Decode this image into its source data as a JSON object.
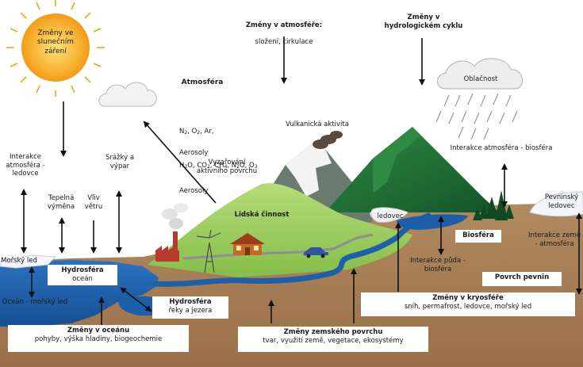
{
  "sun": {
    "label": "Změny ve\nslunečním\nzáření",
    "color": "#F7A21B"
  },
  "top": {
    "atmosphere_changes": {
      "title": "Změny v atmosféře:",
      "sub": "složení, cirkulace"
    },
    "hydro_cycle_changes": {
      "title": "Změny v\nhydrologickém cyklu"
    }
  },
  "atmosphere": {
    "title": "Atmosféra",
    "composition": [
      {
        "parts": [
          "N",
          "2",
          ", O",
          "2",
          ", Ar,"
        ]
      },
      {
        "parts": [
          "H",
          "2",
          "O, CO",
          "2",
          ", CH",
          "4",
          ", N",
          "2",
          "O, O",
          "3"
        ]
      }
    ],
    "aerosols": "Aerosoly"
  },
  "labels": {
    "aerosols2": "Aerosoly",
    "radiation": "Vyzařování\naktivního povrchu",
    "volcanic": "Vulkanická aktivita",
    "cloud": "Oblačnost",
    "atm_bio": "Interakce atmosféra - biosféra",
    "atm_ice": "Interakce\natmosféra -\nledovce",
    "precip": "Srážky a\nvýpar",
    "heat": "Tepelná\nvýměna",
    "wind": "Vliv\nvětru",
    "human": "Lidská činnost",
    "glacier": "ledovec",
    "land_ice": "Pevninský\nledovec",
    "land_ice_atm": "Interakce země\n- atmosféra",
    "soil_bio": "Interakce půda -\nbiosféra",
    "sea_ice": "Mořský led",
    "ocean_ice": "Oceán - mořský led"
  },
  "boxes": {
    "hydrosphere_ocean": {
      "title": "Hydrosféra",
      "sub": "oceán"
    },
    "hydrosphere_rivers": {
      "title": "Hydrosféra",
      "sub": "řeky a jezera"
    },
    "biosphere": {
      "title": "Biosféra"
    },
    "land_surface": {
      "title": "Povrch pevnin"
    },
    "cryosphere": {
      "title": "Změny v kryosféře",
      "sub": "sníh, permafrost, ledovce, mořský led"
    },
    "ocean_changes": {
      "title": "Změny v oceánu",
      "sub": "pohyby, výška hladiny, biogeochemie"
    },
    "surface_changes": {
      "title": "Změny zemského povrchu",
      "sub": "tvar, využití země, vegetace, ekosystémy"
    }
  },
  "colors": {
    "ground": "#A87E55",
    "ocean": "#1B5EA8",
    "grass": "#9CCB5A",
    "mountain_green": "#1F6E35",
    "sky": "#FFFFFF"
  }
}
